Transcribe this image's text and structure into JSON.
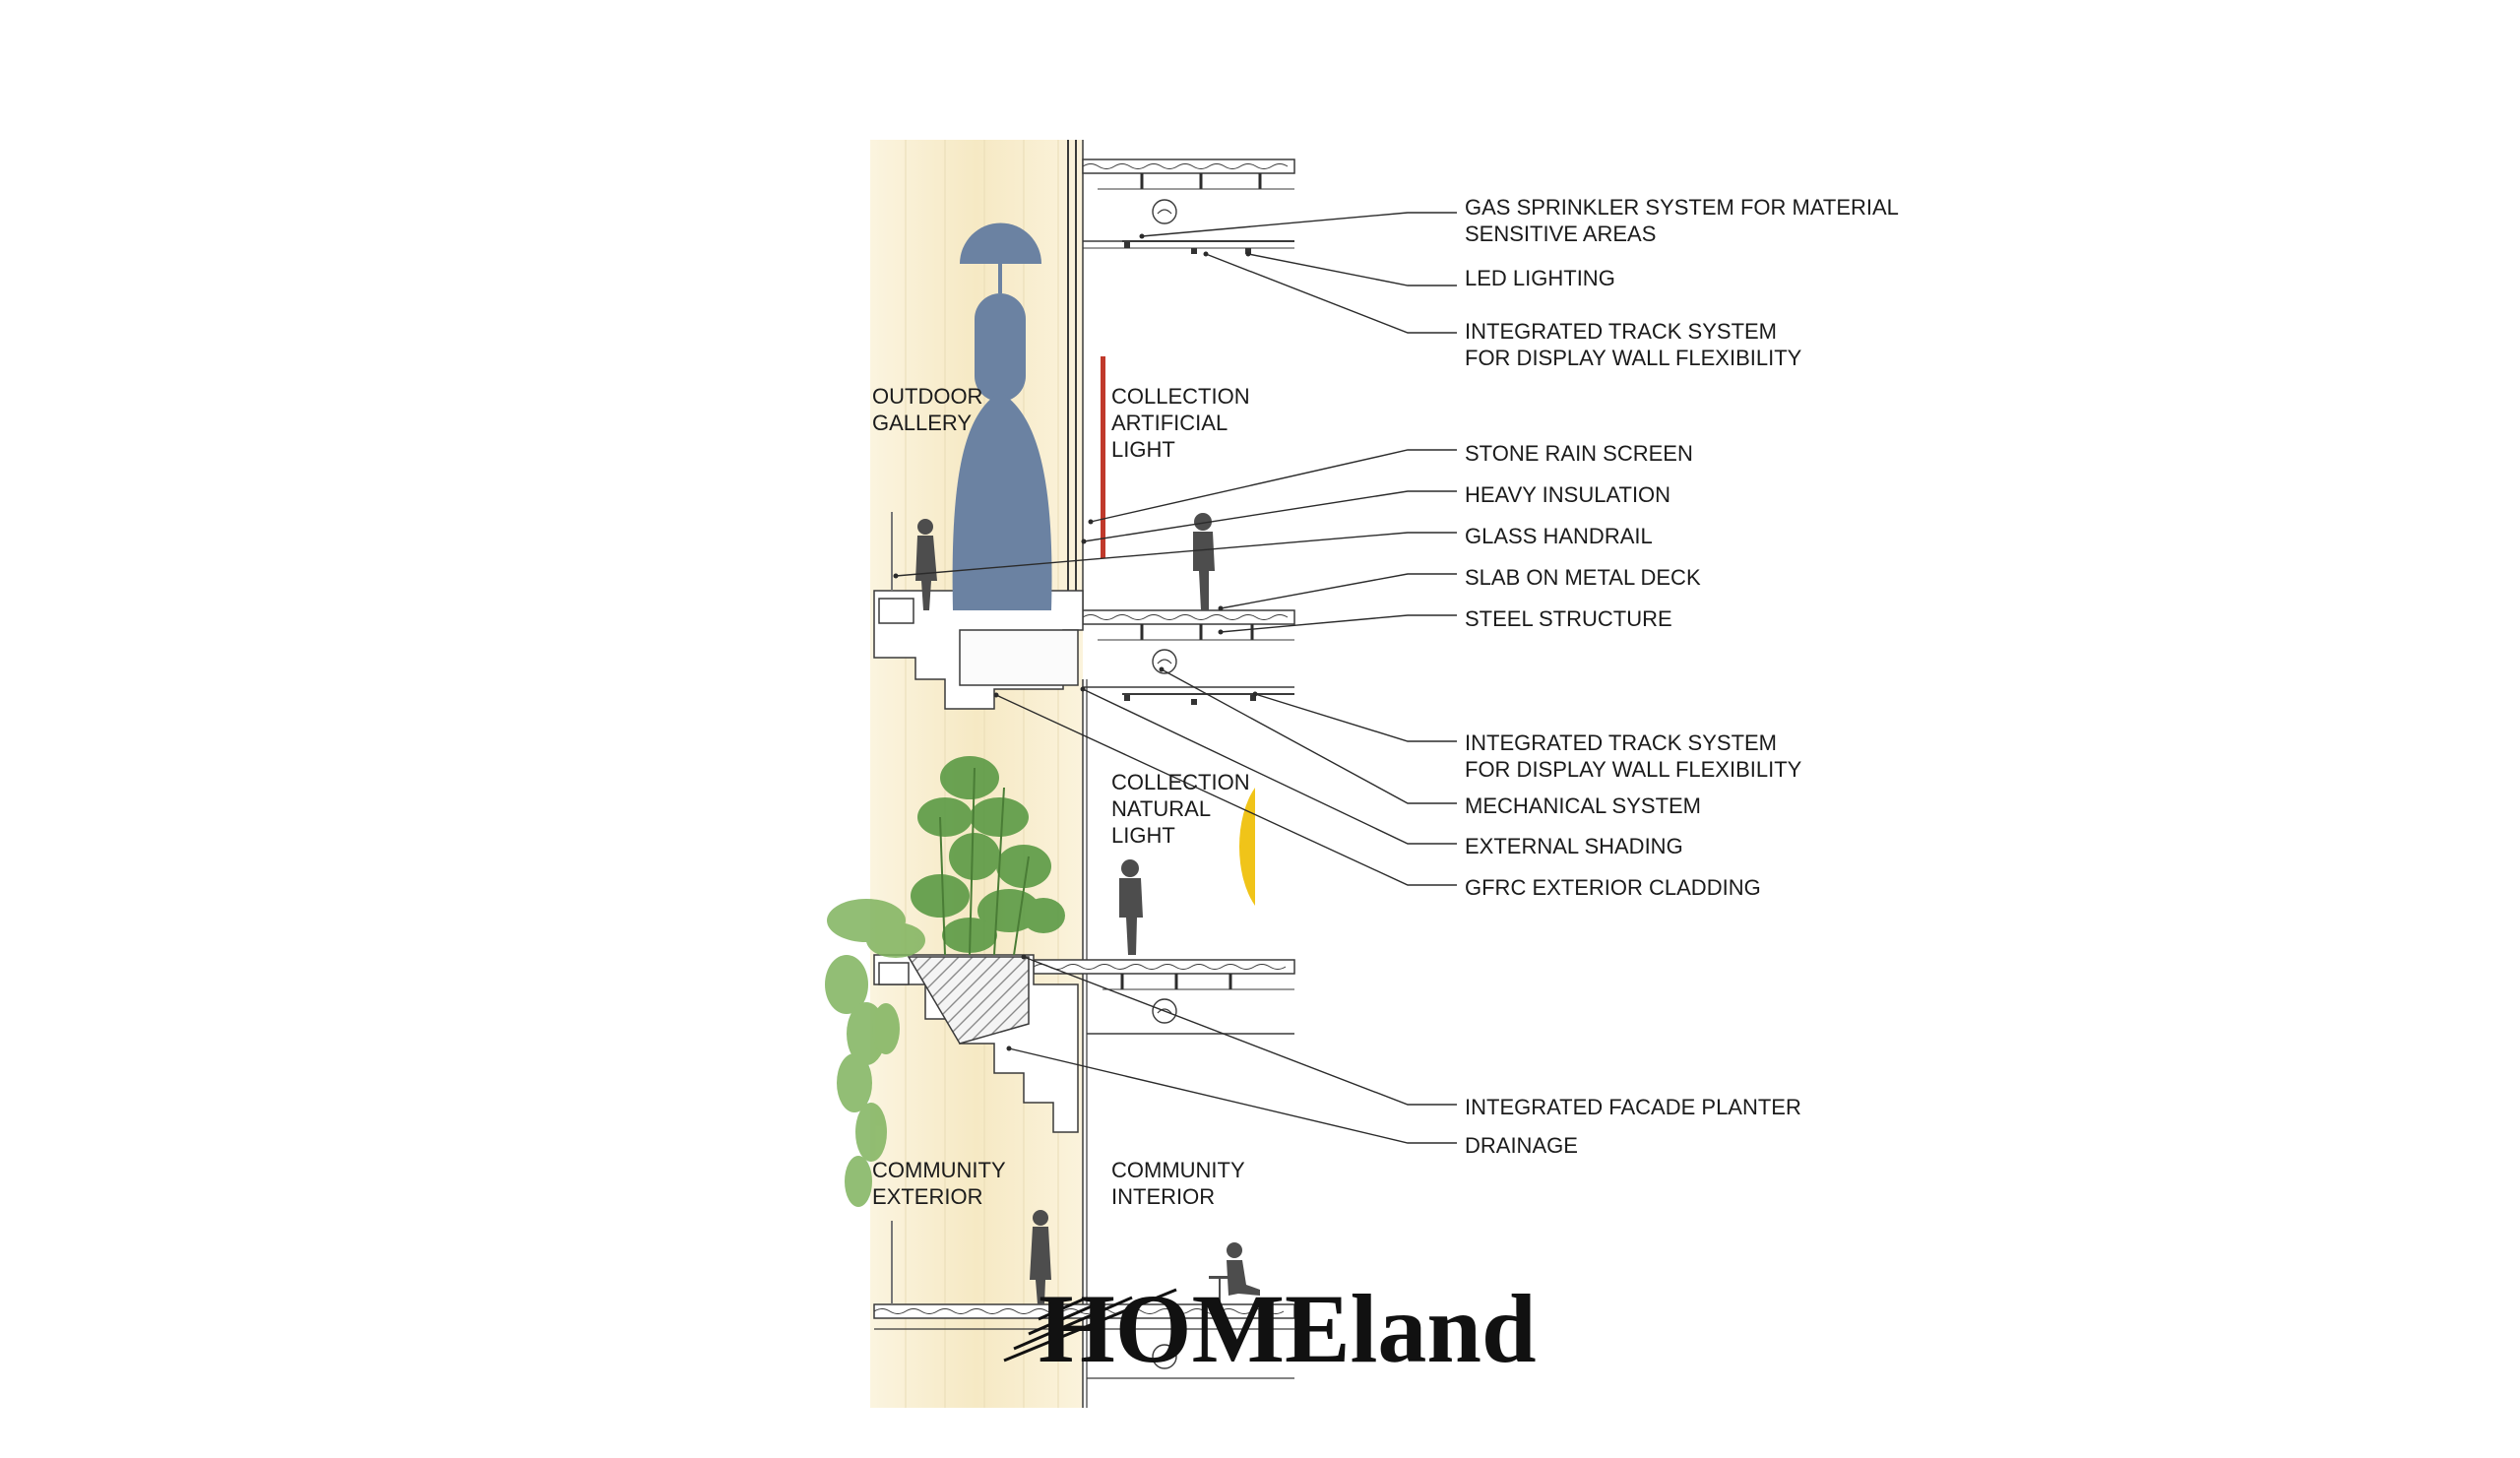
{
  "zones": {
    "outdoor_gallery": [
      "OUTDOOR",
      "GALLERY"
    ],
    "collection_artificial": [
      "COLLECTION",
      "ARTIFICIAL",
      "LIGHT"
    ],
    "collection_natural": [
      "COLLECTION",
      "NATURAL",
      "LIGHT"
    ],
    "community_exterior": [
      "COMMUNITY",
      "EXTERIOR"
    ],
    "community_interior": [
      "COMMUNITY",
      "INTERIOR"
    ]
  },
  "callouts": {
    "gas_sprinkler": [
      "GAS SPRINKLER SYSTEM FOR MATERIAL",
      "SENSITIVE AREAS"
    ],
    "led_lighting": [
      "LED LIGHTING"
    ],
    "track_system_upper": [
      "INTEGRATED TRACK SYSTEM",
      "FOR DISPLAY WALL FLEXIBILITY"
    ],
    "stone_rain_screen": [
      "STONE RAIN SCREEN"
    ],
    "heavy_insulation": [
      "HEAVY INSULATION"
    ],
    "glass_handrail": [
      "GLASS HANDRAIL"
    ],
    "slab_metal_deck": [
      "SLAB ON METAL DECK"
    ],
    "steel_structure": [
      "STEEL STRUCTURE"
    ],
    "track_system_lower": [
      "INTEGRATED TRACK SYSTEM",
      "FOR DISPLAY WALL FLEXIBILITY"
    ],
    "mechanical_system": [
      "MECHANICAL SYSTEM"
    ],
    "external_shading": [
      "EXTERNAL SHADING"
    ],
    "gfrc_cladding": [
      "GFRC EXTERIOR CLADDING"
    ],
    "facade_planter": [
      "INTEGRATED FACADE PLANTER"
    ],
    "drainage": [
      "DRAINAGE"
    ]
  },
  "logo": {
    "text": "HOMEland"
  },
  "colors": {
    "exterior_tint": "#f7eed3",
    "sculpture_blue": "#6b82a2",
    "artificial_light_red": "#c0392b",
    "natural_light_yellow": "#f0c419",
    "plant_green": "#5b9a45",
    "figure_gray": "#4d4d4d",
    "line": "#3a3a3a"
  }
}
